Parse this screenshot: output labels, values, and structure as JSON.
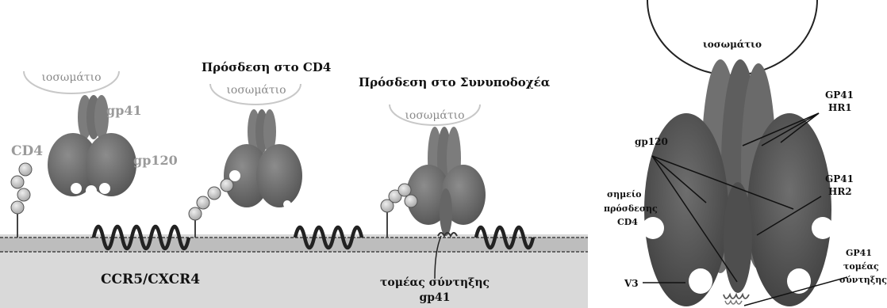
{
  "left_panel": {
    "vesicle_label": "ιοσωμάτιο",
    "stage2_title": "Πρόσδεση στο CD4",
    "stage3_title": "Πρόσδεση στο Συνυποδοχέα",
    "gp41_label": "gp41",
    "gp120_label": "gp120",
    "cd4_label": "CD4",
    "coreceptor_label": "CCR5/CXCR4",
    "fusion_domain_label_line1": "τομέας σύντηξης",
    "fusion_domain_label_line2": "gp41"
  },
  "right_panel": {
    "vesicle_label": "ιοσωμάτιο",
    "gp41_hr1_line1": "GP41",
    "gp41_hr1_line2": "HR1",
    "gp120_label": "gp120",
    "gp41_hr2_line1": "GP41",
    "gp41_hr2_line2": "HR2",
    "cd4_site_line1": "σημείο",
    "cd4_site_line2": "πρόσδεσης",
    "cd4_site_line3": "CD4",
    "v3_label": "V3",
    "gp41_fusion_line1": "GP41",
    "gp41_fusion_line2": "τομέας",
    "gp41_fusion_line3": "σύντηξης"
  },
  "colors": {
    "membrane_fill": "#d9d9d9",
    "protein_dark": "#5f5f5f",
    "protein_mid": "#7a7a7a",
    "cd4_bead": "#cfcfcf",
    "helix": "#222222"
  }
}
